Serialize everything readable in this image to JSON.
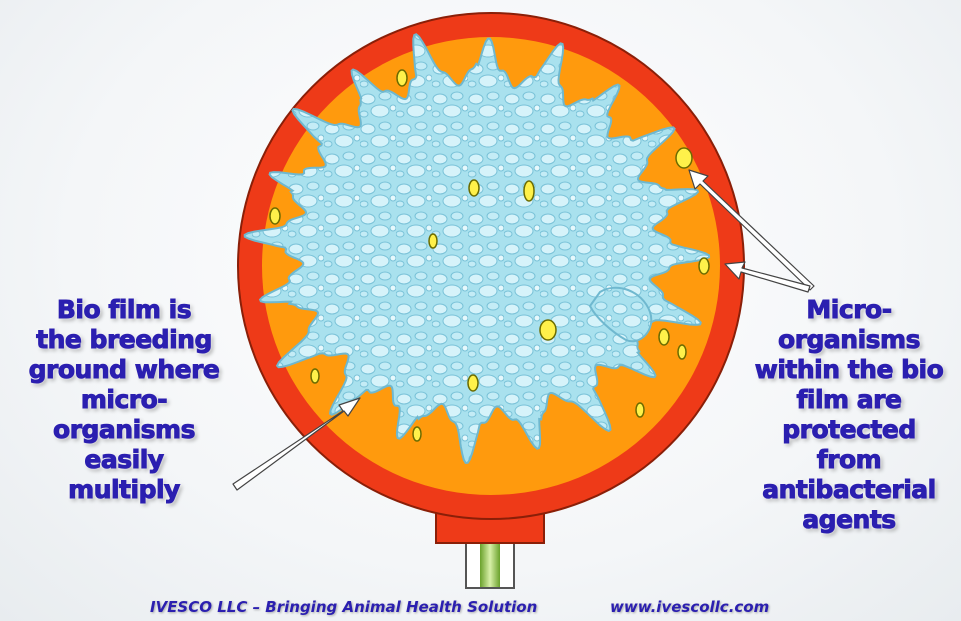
{
  "diagram": {
    "left_callout": [
      "Bio film is",
      "the breeding",
      "ground where",
      "micro-",
      "organisms",
      "easily",
      "multiply"
    ],
    "right_callout": [
      "Micro-",
      "organisms",
      "within the bio",
      "film are",
      "protected",
      "from",
      "antibacterial",
      "agents"
    ]
  },
  "footer": {
    "company": "IVESCO LLC – Bringing Animal Health Solution",
    "url": "www.ivescollc.com"
  },
  "colors": {
    "outer_wall": "#ee3a18",
    "inner_fill": "#ff9a0d",
    "biofilm": "#a9e1ee",
    "organism": "#fff14a",
    "text": "#2b1fb0",
    "pipe": "#9ccc4a"
  }
}
